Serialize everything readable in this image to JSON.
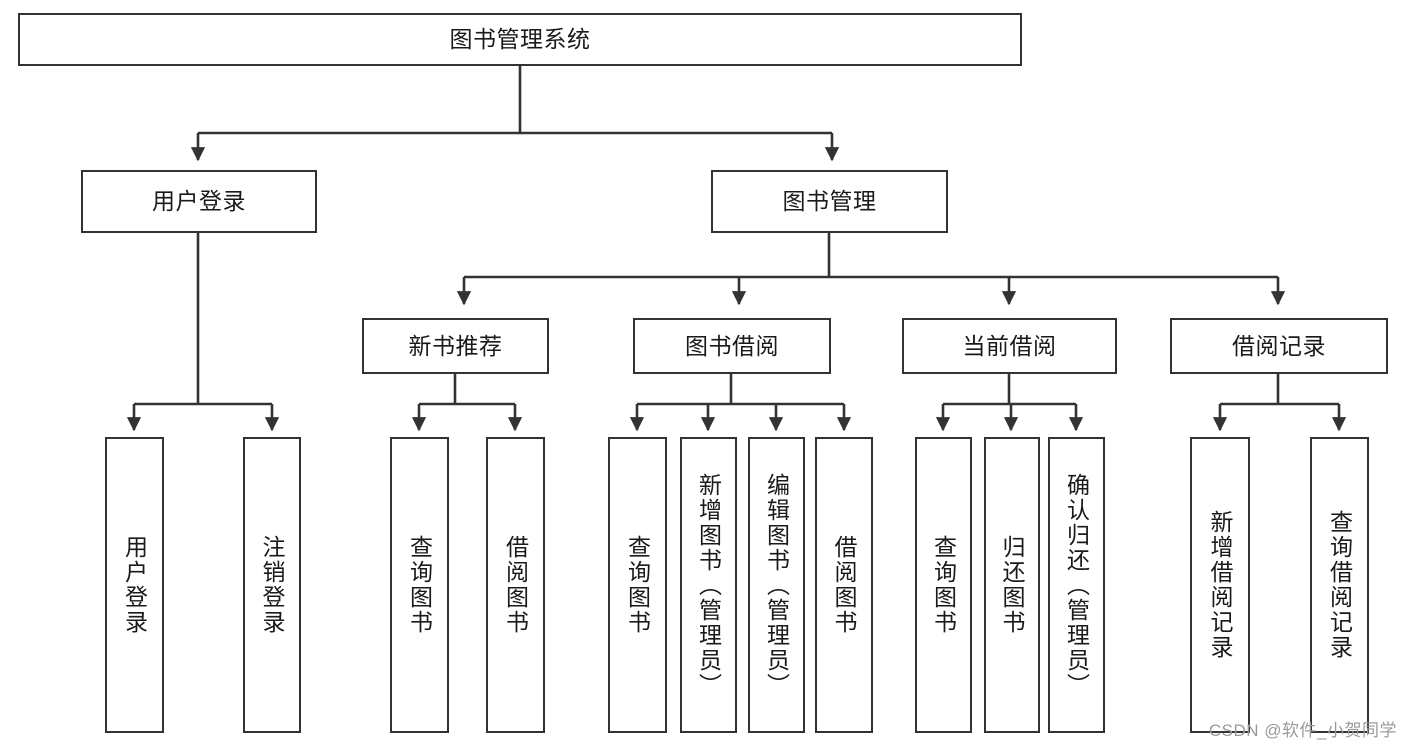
{
  "diagram": {
    "title": "图书管理系统",
    "type": "tree-hierarchy-diagram",
    "nodes": {
      "root": {
        "label": "图书管理系统"
      },
      "level2": [
        {
          "label": "用户登录"
        },
        {
          "label": "图书管理"
        }
      ],
      "level3": [
        {
          "label": "新书推荐"
        },
        {
          "label": "图书借阅"
        },
        {
          "label": "当前借阅"
        },
        {
          "label": "借阅记录"
        }
      ],
      "leaves": [
        {
          "label": "用户登录"
        },
        {
          "label": "注销登录"
        },
        {
          "label": "查询图书"
        },
        {
          "label": "借阅图书"
        },
        {
          "label": "查询图书"
        },
        {
          "label": "新增图书（管理员）"
        },
        {
          "label": "编辑图书（管理员）"
        },
        {
          "label": "借阅图书"
        },
        {
          "label": "查询图书"
        },
        {
          "label": "归还图书"
        },
        {
          "label": "确认归还（管理员）"
        },
        {
          "label": "新增借阅记录"
        },
        {
          "label": "查询借阅记录"
        }
      ]
    },
    "colors": {
      "stroke": "#333333",
      "fill": "#ffffff",
      "text": "#1a1a1a",
      "watermark": "#9a9a9a"
    }
  },
  "watermark": {
    "text": "CSDN @软件_小贺同学"
  }
}
